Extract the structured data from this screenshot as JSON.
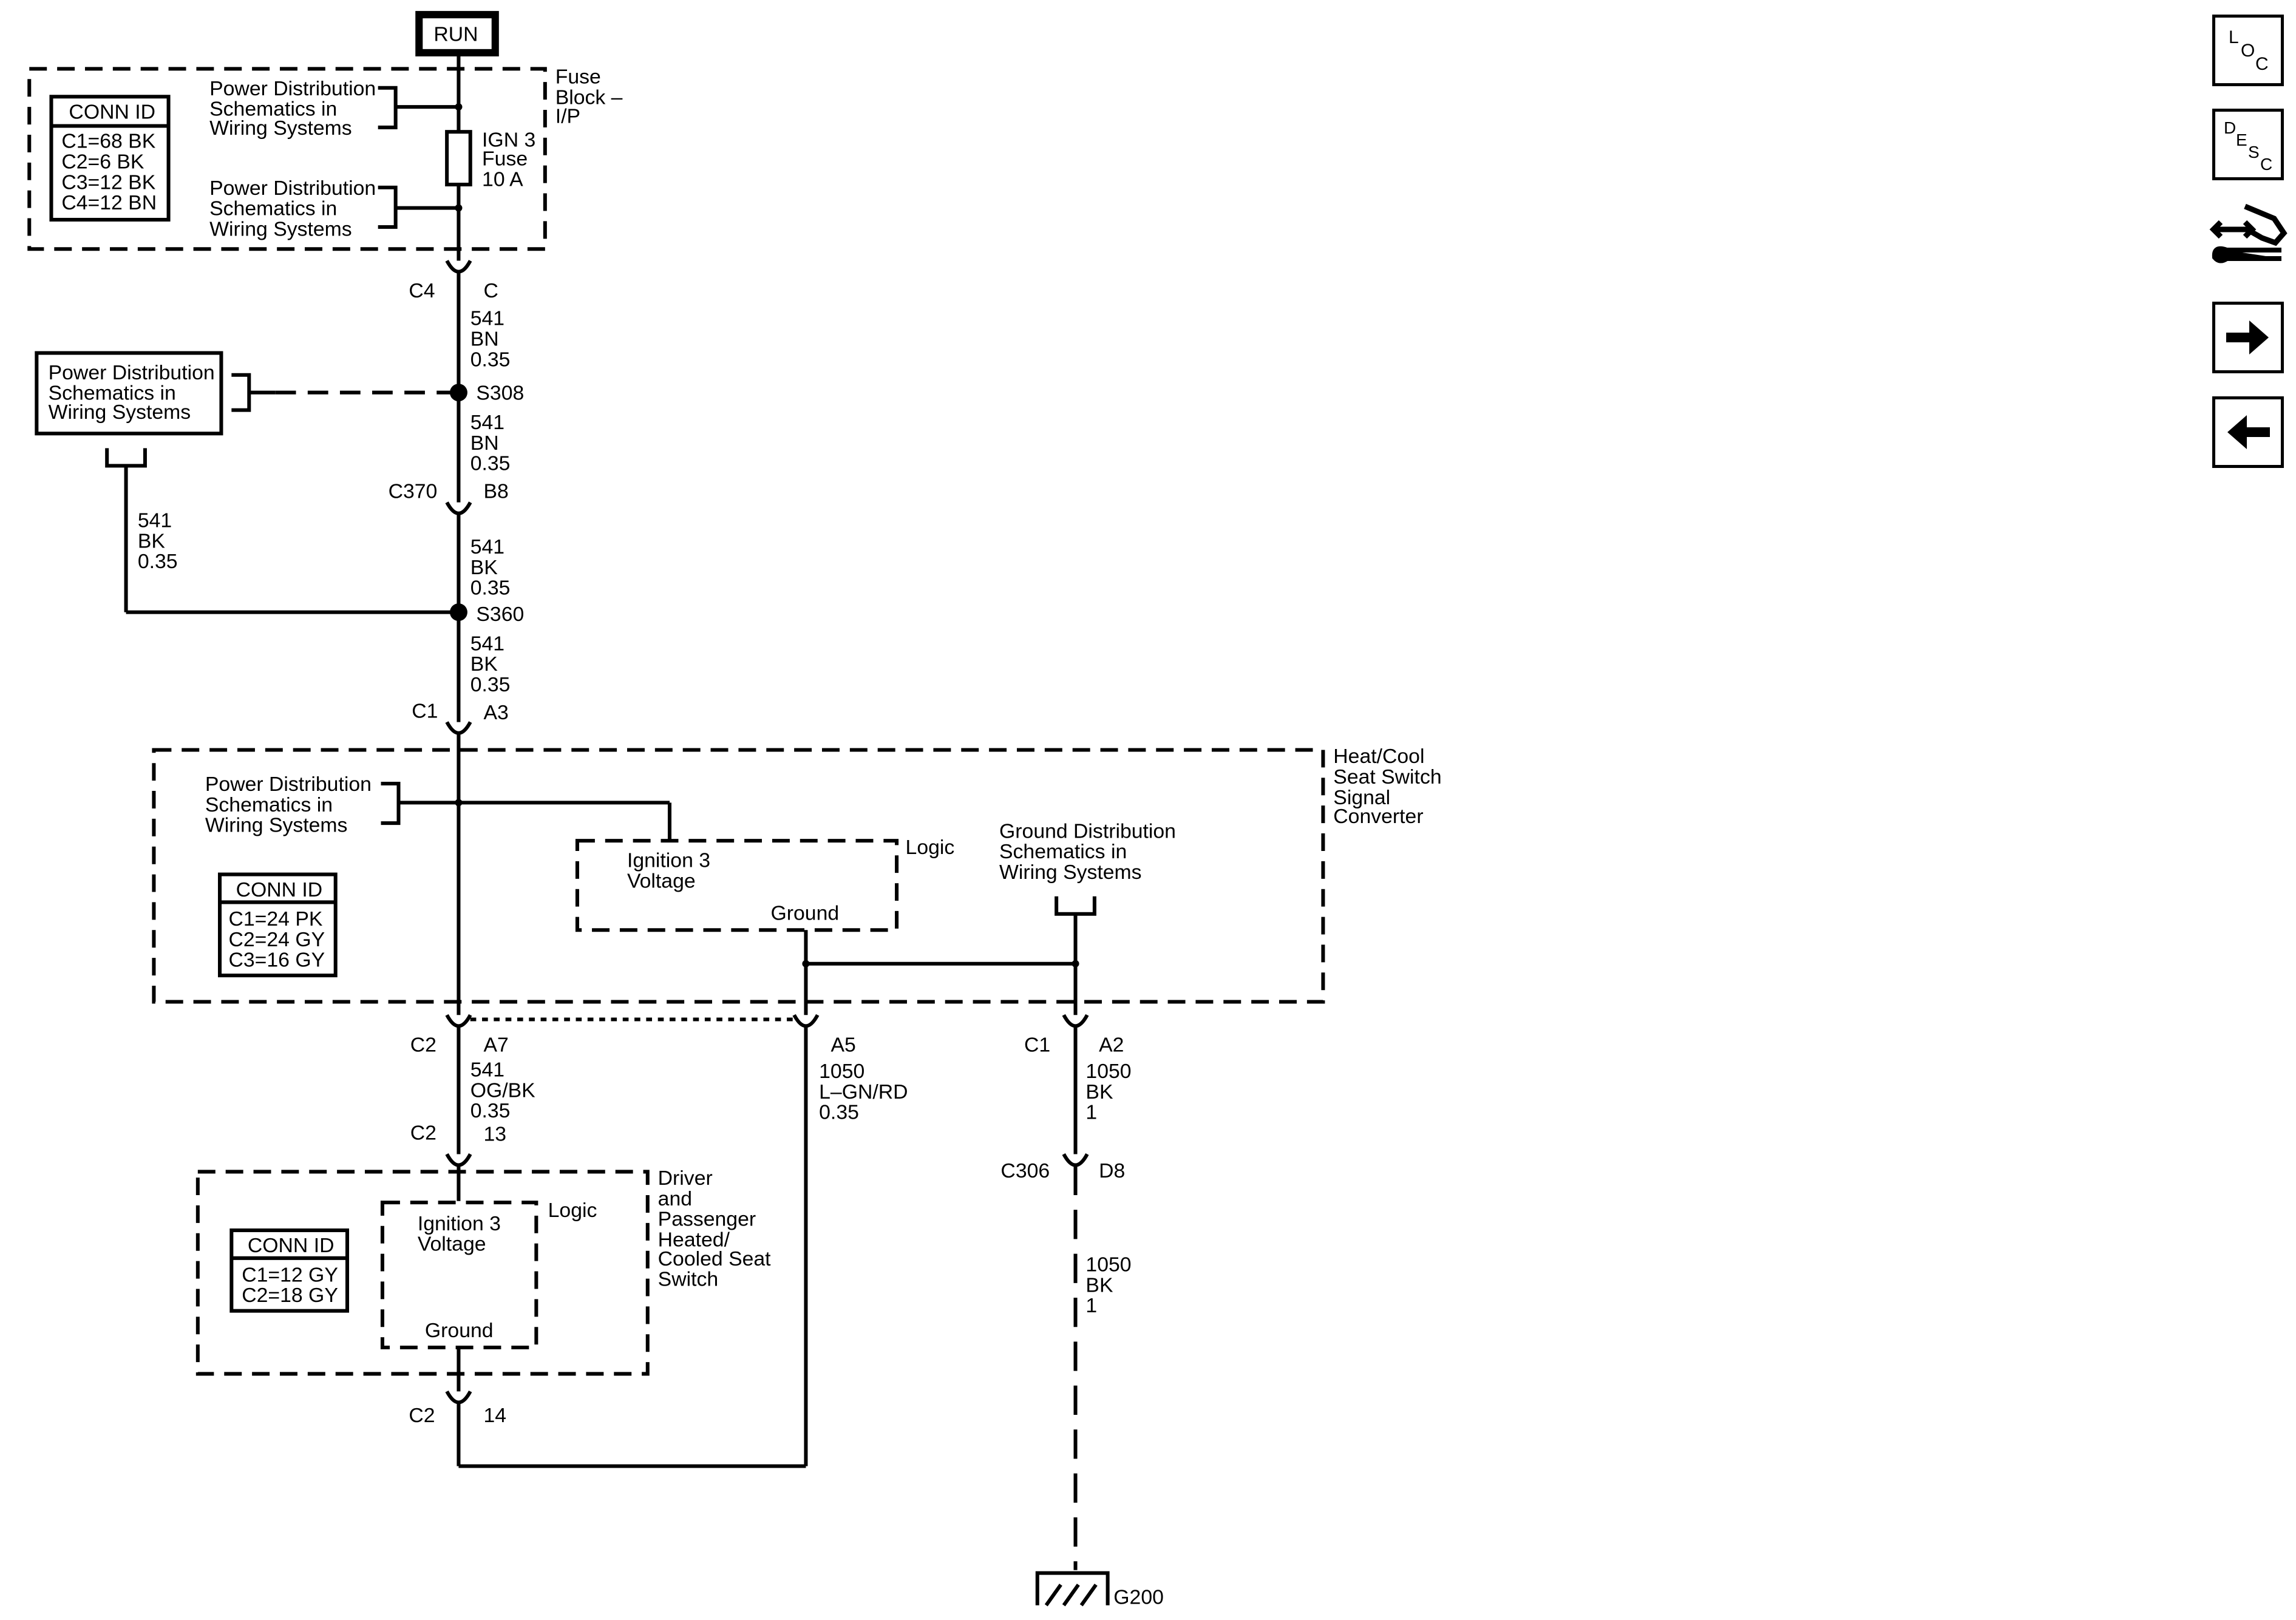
{
  "run_label": "RUN",
  "fuse_block": {
    "name_lines": [
      "Fuse",
      "Block –",
      "I/P"
    ],
    "conn_id_title": "CONN ID",
    "conn_ids": [
      "C1=68 BK",
      "C2=6 BK",
      "C3=12 BK",
      "C4=12 BN"
    ],
    "fuse_lines": [
      "IGN 3",
      "Fuse",
      "10 A"
    ],
    "pd_ref_top": [
      "Power Distribution",
      "Schematics in",
      "Wiring Systems"
    ],
    "pd_ref_bottom": [
      "Power Distribution",
      "Schematics in",
      "Wiring Systems"
    ]
  },
  "connectors": {
    "c4": {
      "name": "C4",
      "pin": "C"
    },
    "c370": {
      "name": "C370",
      "pin": "B8"
    },
    "c1_a3": {
      "name": "C1",
      "pin": "A3"
    },
    "c2_a7": {
      "name": "C2",
      "pin": "A7"
    },
    "a5": {
      "pin": "A5"
    },
    "c1_a2": {
      "name": "C1",
      "pin": "A2"
    },
    "c2_13": {
      "name": "C2",
      "pin": "13"
    },
    "c306": {
      "name": "C306",
      "pin": "D8"
    },
    "c2_14": {
      "name": "C2",
      "pin": "14"
    }
  },
  "splices": {
    "s308": "S308",
    "s360": "S360"
  },
  "wires": {
    "w1": [
      "541",
      "BN",
      "0.35"
    ],
    "w2": [
      "541",
      "BN",
      "0.35"
    ],
    "w3": [
      "541",
      "BK",
      "0.35"
    ],
    "w4": [
      "541",
      "BK",
      "0.35"
    ],
    "w_left": [
      "541",
      "BK",
      "0.35"
    ],
    "w5": [
      "541",
      "OG/BK",
      "0.35"
    ],
    "w6": [
      "1050",
      "L–GN/RD",
      "0.35"
    ],
    "w7": [
      "1050",
      "BK",
      "1"
    ],
    "w8": [
      "1050",
      "BK",
      "1"
    ]
  },
  "pd_left_box": [
    "Power Distribution",
    "Schematics in",
    "Wiring Systems"
  ],
  "converter": {
    "name_lines": [
      "Heat/Cool",
      "Seat Switch",
      "Signal",
      "Converter"
    ],
    "pd_ref": [
      "Power Distribution",
      "Schematics in",
      "Wiring Systems"
    ],
    "logic_label": "Logic",
    "ign_lines": [
      "Ignition 3",
      "Voltage"
    ],
    "ground_label": "Ground",
    "gd_ref": [
      "Ground Distribution",
      "Schematics in",
      "Wiring Systems"
    ],
    "conn_id_title": "CONN ID",
    "conn_ids": [
      "C1=24 PK",
      "C2=24 GY",
      "C3=16 GY"
    ]
  },
  "switch": {
    "name_lines": [
      "Driver",
      "and",
      "Passenger",
      "Heated/",
      "Cooled Seat",
      "Switch"
    ],
    "logic_label": "Logic",
    "ign_lines": [
      "Ignition 3",
      "Voltage"
    ],
    "ground_label": "Ground",
    "conn_id_title": "CONN ID",
    "conn_ids": [
      "C1=12 GY",
      "C2=18 GY"
    ]
  },
  "ground_label": "G200",
  "nav": {
    "loc_letters": [
      "L",
      "O",
      "C"
    ],
    "desc_letters": [
      "D",
      "E",
      "S",
      "C"
    ],
    "icons": [
      "component-wrench-icon",
      "arrow-right-icon",
      "arrow-left-icon"
    ]
  }
}
